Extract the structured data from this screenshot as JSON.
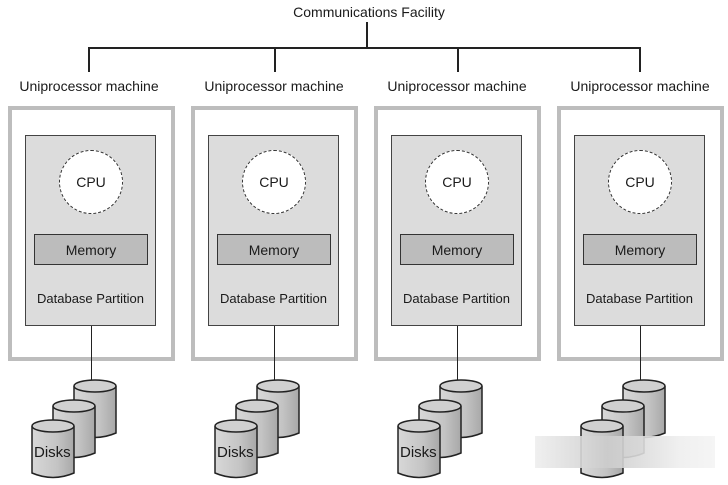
{
  "title": "Communications Facility",
  "machines": [
    {
      "label": "Uniprocessor machine",
      "cpu": "CPU",
      "memory": "Memory",
      "partition": "Database Partition",
      "disks": "Disks"
    },
    {
      "label": "Uniprocessor machine",
      "cpu": "CPU",
      "memory": "Memory",
      "partition": "Database Partition",
      "disks": "Disks"
    },
    {
      "label": "Uniprocessor machine",
      "cpu": "CPU",
      "memory": "Memory",
      "partition": "Database Partition",
      "disks": "Disks"
    },
    {
      "label": "Uniprocessor machine",
      "cpu": "CPU",
      "memory": "Memory",
      "partition": "Database Partition",
      "disks": ""
    }
  ],
  "colors": {
    "outer_border": "#bdbdbd",
    "partition_fill": "#dcdcdc",
    "memory_fill": "#bcbcbc",
    "disk_fill": "#c8c8c8"
  }
}
